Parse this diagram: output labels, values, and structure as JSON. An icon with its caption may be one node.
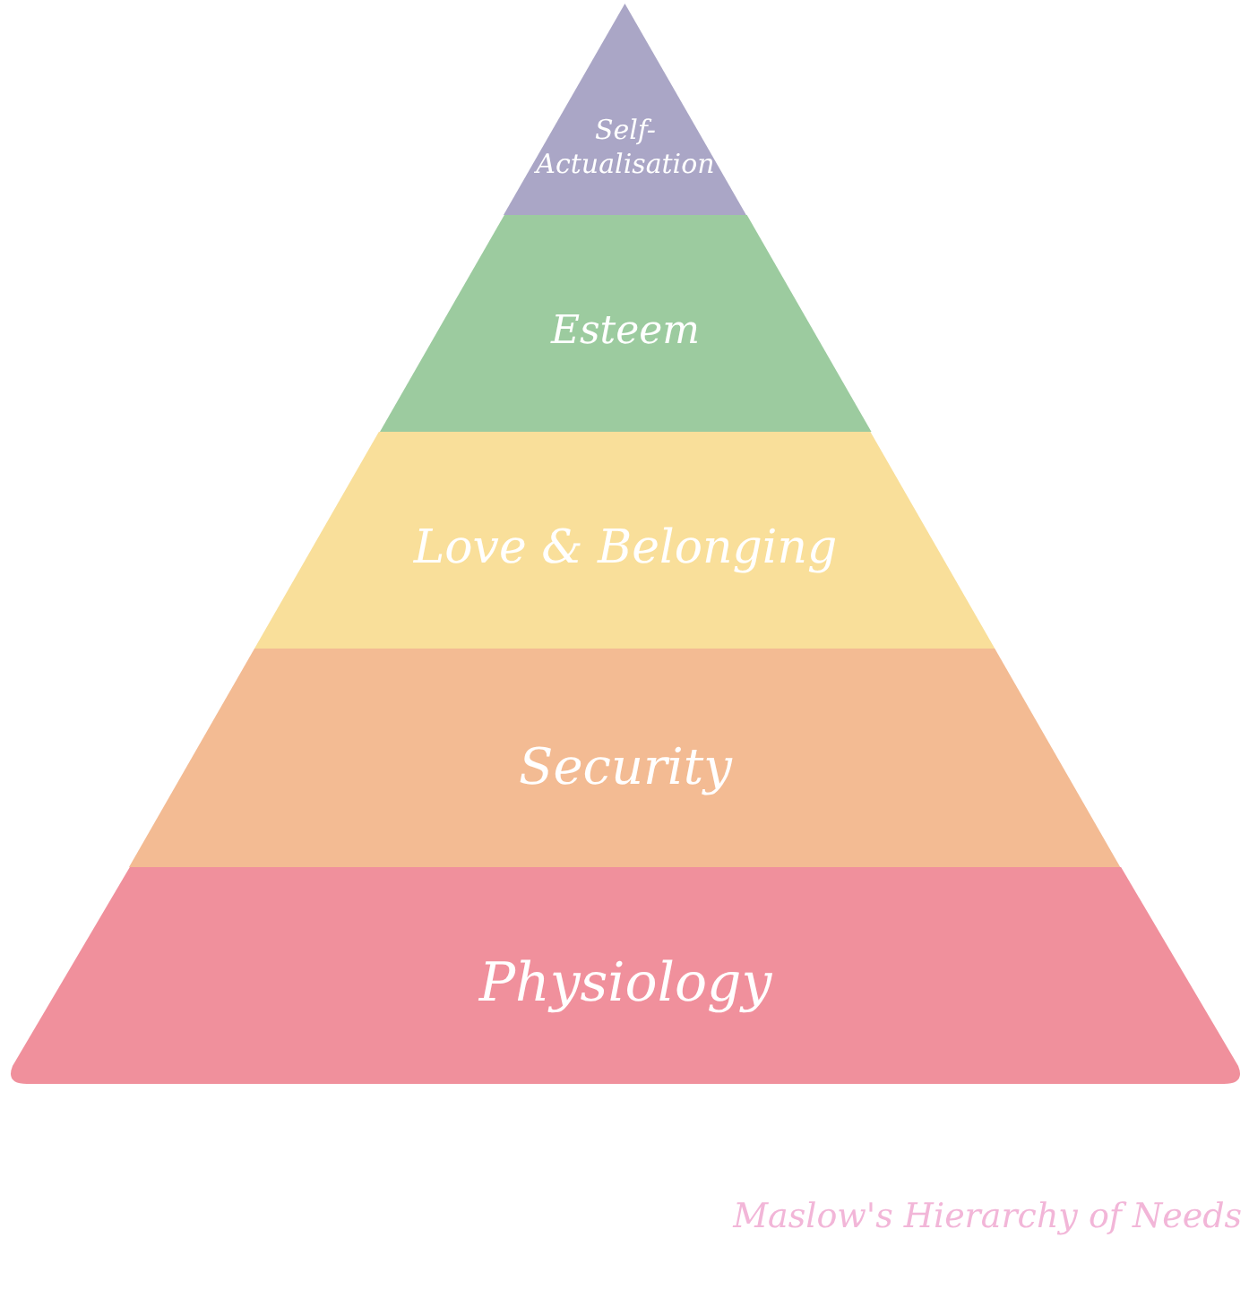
{
  "diagram": {
    "caption": "Maslow's Hierarchy of Needs",
    "nodes": [
      {
        "text": [
          "Self-Actualisation"
        ]
      },
      {
        "text": [
          "Esteem"
        ]
      },
      {
        "text": [
          "Love & Belonging"
        ]
      },
      {
        "text": [
          "Security"
        ]
      },
      {
        "text": [
          "Physiology"
        ]
      }
    ]
  }
}
